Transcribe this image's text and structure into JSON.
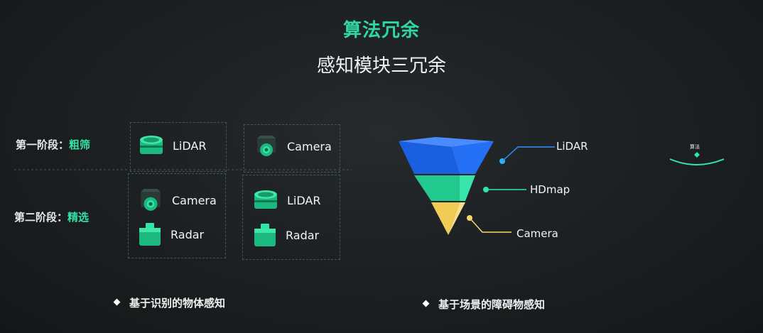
{
  "header": {
    "title": "算法冗余",
    "subtitle": "感知模块三冗余"
  },
  "stages": [
    {
      "prefix": "第一阶段：",
      "highlight": "粗筛"
    },
    {
      "prefix": "第二阶段：",
      "highlight": "精选"
    }
  ],
  "grid": {
    "col1_row1": [
      "LiDAR"
    ],
    "col2_row1": [
      "Camera"
    ],
    "col1_row2": [
      "Camera",
      "Radar"
    ],
    "col2_row2": [
      "LiDAR",
      "Radar"
    ]
  },
  "pyramid": {
    "layers": [
      "LiDAR",
      "HDmap",
      "Camera"
    ],
    "colors": {
      "top": "#1e6df0",
      "mid": "#2ee6a8",
      "bottom": "#f5d86a"
    }
  },
  "toggle": {
    "label": "算法"
  },
  "bullets": [
    "基于识别的物体感知",
    "基于场景的障碍物感知"
  ],
  "icons": {
    "lidar": "lidar-sensor-icon",
    "camera": "camera-sensor-icon",
    "radar": "radar-sensor-icon"
  }
}
